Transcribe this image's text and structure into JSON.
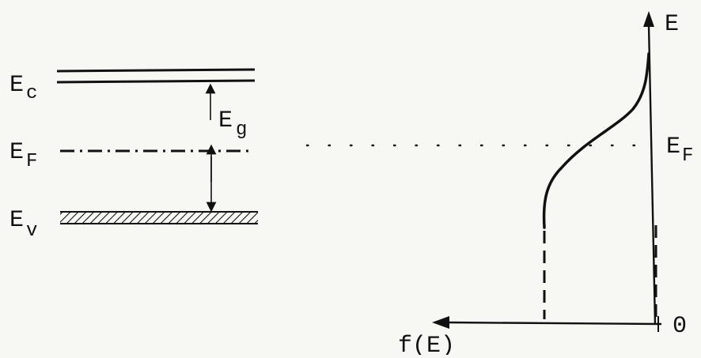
{
  "left_diagram": {
    "conduction_band": {
      "label": "E",
      "sub": "c"
    },
    "band_gap": {
      "label": "E",
      "sub": "g"
    },
    "fermi_level": {
      "label": "E",
      "sub": "F"
    },
    "valence_band": {
      "label": "E",
      "sub": "v"
    }
  },
  "right_diagram": {
    "y_axis_label": "E",
    "x_axis_label": "f(E)",
    "origin_label": "0",
    "fermi_label": {
      "label": "E",
      "sub": "F"
    }
  },
  "colors": {
    "ink": "#111111",
    "background": "#f7f7f4"
  }
}
